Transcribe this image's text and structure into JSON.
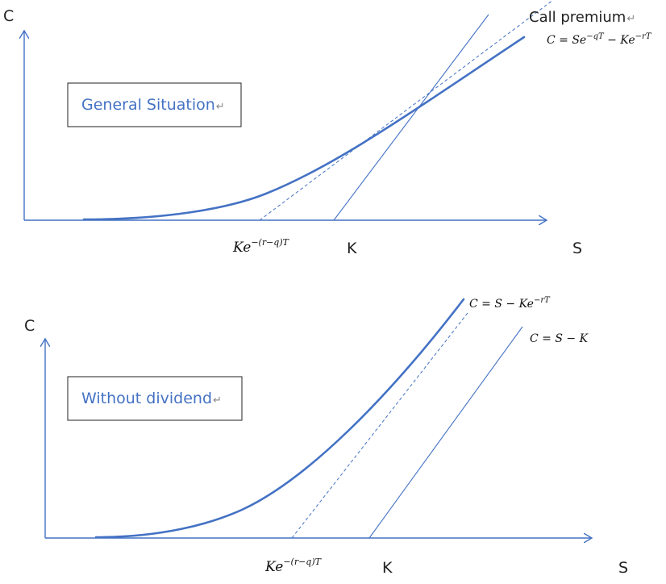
{
  "colors": {
    "curve": "#4472c4",
    "axis": "#4472c4",
    "label_box_border": "#222222",
    "label_text": "#4472c4"
  },
  "paragraph_mark": "↵",
  "top_panel": {
    "y_axis_label": "C",
    "x_axis_label": "S",
    "strike_label": "K",
    "discounted_strike": {
      "base": "Ke",
      "exponent": "−(r−q)T"
    },
    "series_label": "Call premium",
    "formula": {
      "p1": "C = Se",
      "e1": "−qT",
      "p2": " − Ke",
      "e2": "−rT"
    },
    "box_label": "General Situation"
  },
  "bottom_panel": {
    "y_axis_label": "C",
    "x_axis_label": "S",
    "strike_label": "K",
    "discounted_strike": {
      "base": "Ke",
      "exponent": "−(r−q)T"
    },
    "formula_upper": {
      "p1": "C = S − Ke",
      "e1": "−rT"
    },
    "formula_lower": "C = S − K",
    "box_label": "Without dividend"
  }
}
